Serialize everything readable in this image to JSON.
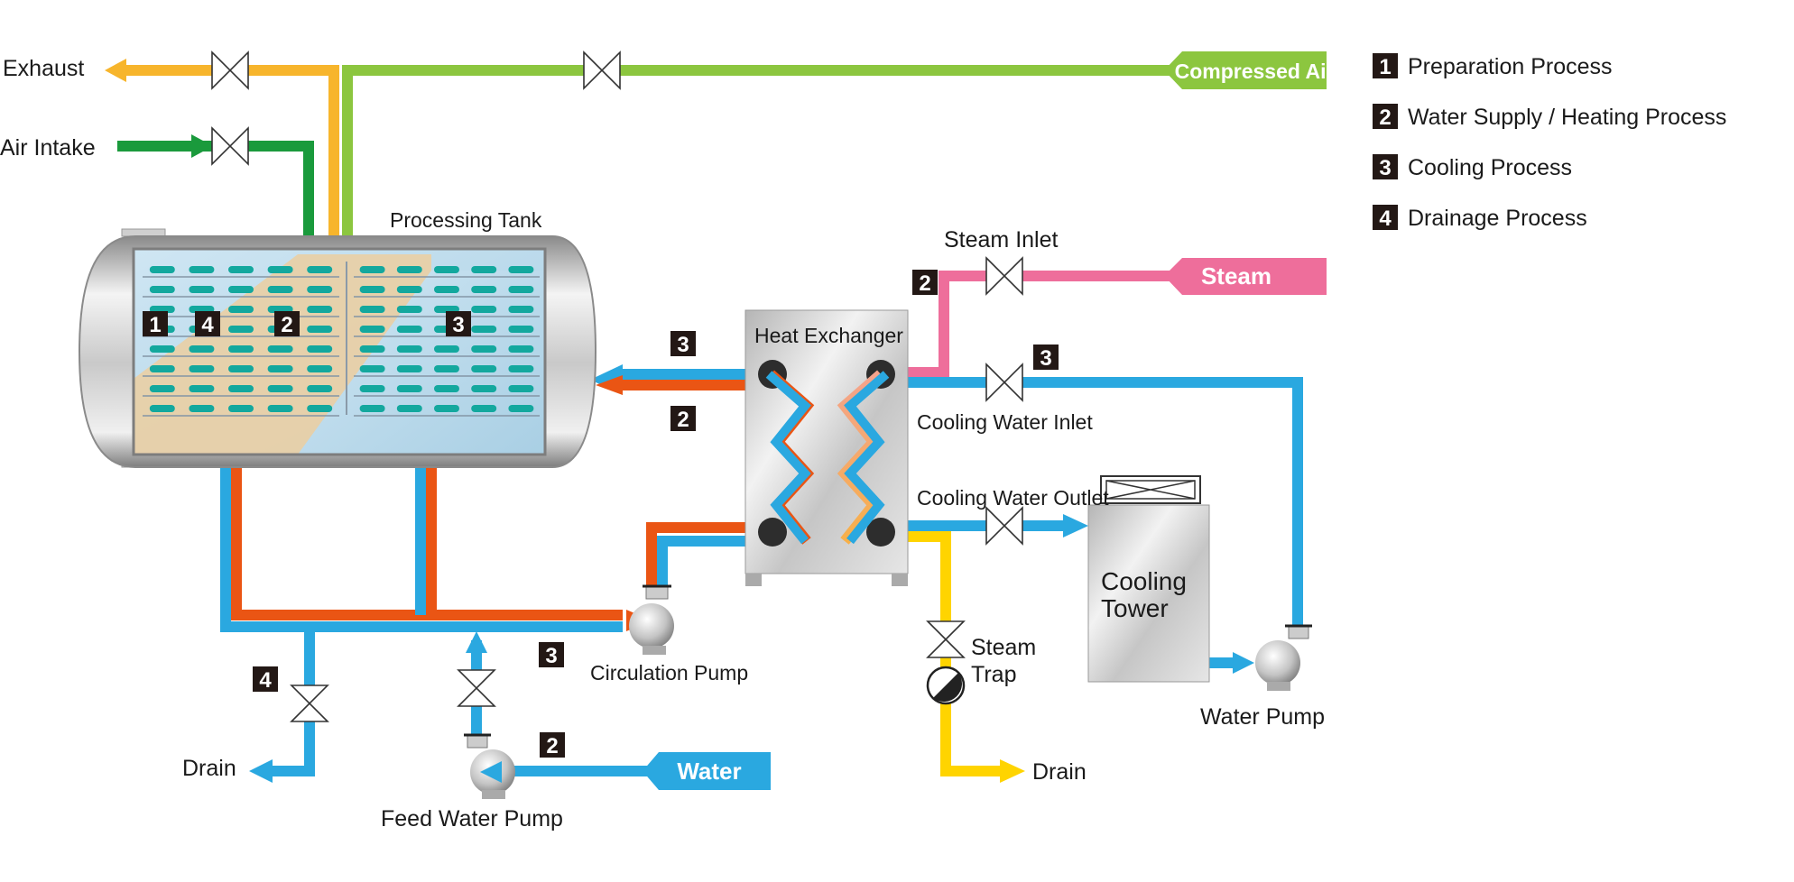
{
  "legend": [
    {
      "num": "1",
      "label": "Preparation Process"
    },
    {
      "num": "2",
      "label": "Water Supply / Heating Process"
    },
    {
      "num": "3",
      "label": "Cooling Process"
    },
    {
      "num": "4",
      "label": "Drainage Process"
    }
  ],
  "labels": {
    "exhaust": "Exhaust",
    "air_intake": "Air Intake",
    "compressed_air": "Compressed Air",
    "processing_tank": "Processing Tank",
    "steam_inlet": "Steam Inlet",
    "steam": "Steam",
    "heat_exchanger": "Heat Exchanger",
    "cooling_water_inlet": "Cooling Water Inlet",
    "cooling_water_outlet": "Cooling Water Outlet",
    "cooling_tower_line1": "Cooling",
    "cooling_tower_line2": "Tower",
    "steam_trap_line1": "Steam",
    "steam_trap_line2": "Trap",
    "circulation_pump": "Circulation Pump",
    "water_pump": "Water Pump",
    "feed_water_pump": "Feed Water Pump",
    "water": "Water",
    "drain_left": "Drain",
    "drain_right": "Drain"
  },
  "badges": {
    "tank_1": "1",
    "tank_4": "4",
    "tank_2": "2",
    "tank_3": "3",
    "hx_return_3": "3",
    "hx_return_2": "2",
    "steam_2": "2",
    "cooling_inlet_3": "3",
    "main_line_3": "3",
    "drain_4": "4",
    "feed_2": "2"
  },
  "colors": {
    "air_exhaust": "#f7b52c",
    "air_intake": "#1a9a3c",
    "compressed_air": "#8cc63f",
    "steam": "#ee6e9b",
    "water": "#2aa8e0",
    "hot_water": "#ea5514",
    "drain": "#ffd400",
    "badge": "#231815"
  }
}
